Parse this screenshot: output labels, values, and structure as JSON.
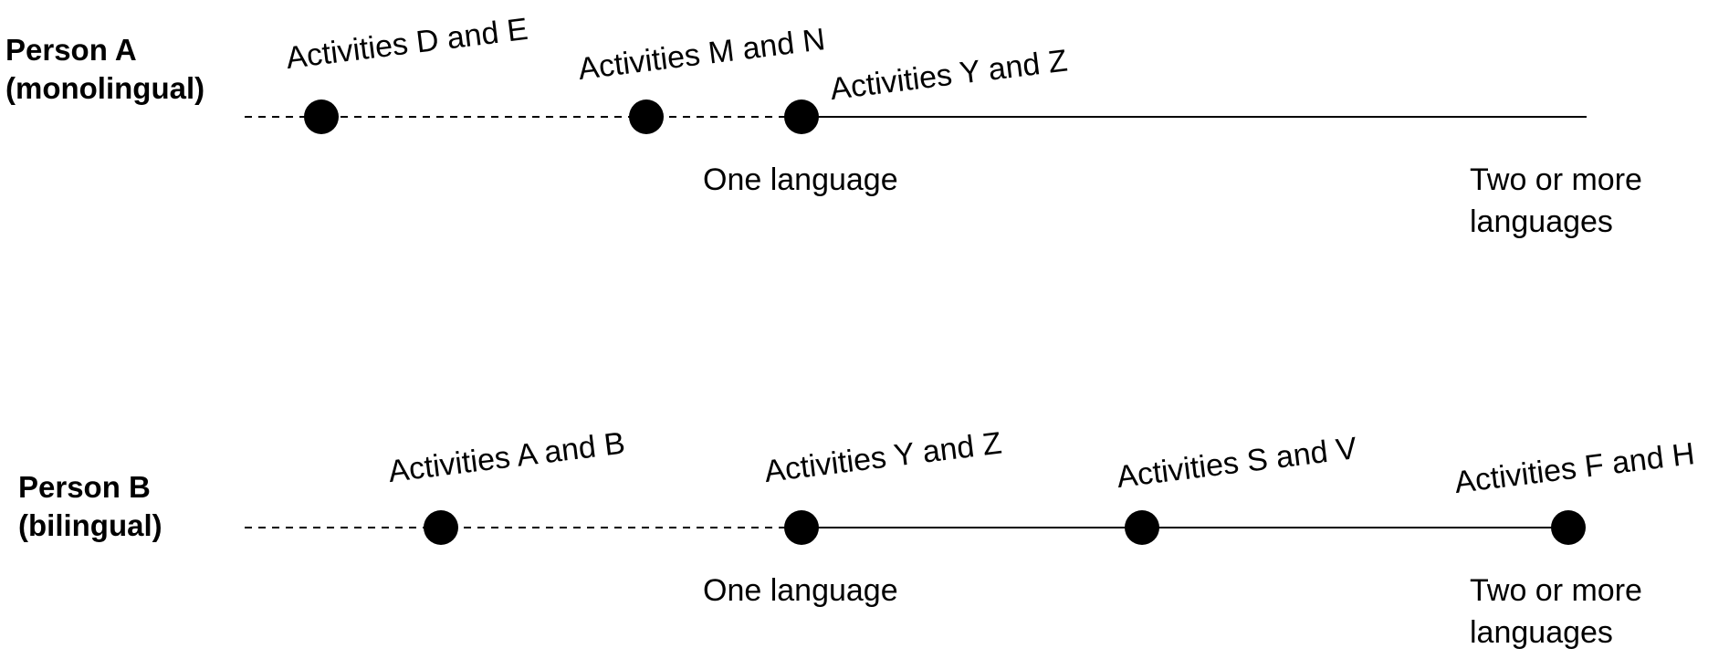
{
  "persons": [
    {
      "id": "a",
      "name": "Person A",
      "qualifier": "(monolingual)",
      "scale_start_label": "One language",
      "scale_end_label_line1": "Two or more",
      "scale_end_label_line2": "languages",
      "activities": [
        {
          "label": "Activities D and E"
        },
        {
          "label": "Activities M and N"
        },
        {
          "label": "Activities Y and Z"
        }
      ]
    },
    {
      "id": "b",
      "name": "Person B",
      "qualifier": "(bilingual)",
      "scale_start_label": "One language",
      "scale_end_label_line1": "Two or more",
      "scale_end_label_line2": "languages",
      "activities": [
        {
          "label": "Activities A and B"
        },
        {
          "label": "Activities Y and Z"
        },
        {
          "label": "Activities S and V"
        },
        {
          "label": "Activities F and H"
        }
      ]
    }
  ],
  "colors": {
    "line": "#000000",
    "dot": "#000000",
    "text": "#000000",
    "background": "#ffffff"
  }
}
